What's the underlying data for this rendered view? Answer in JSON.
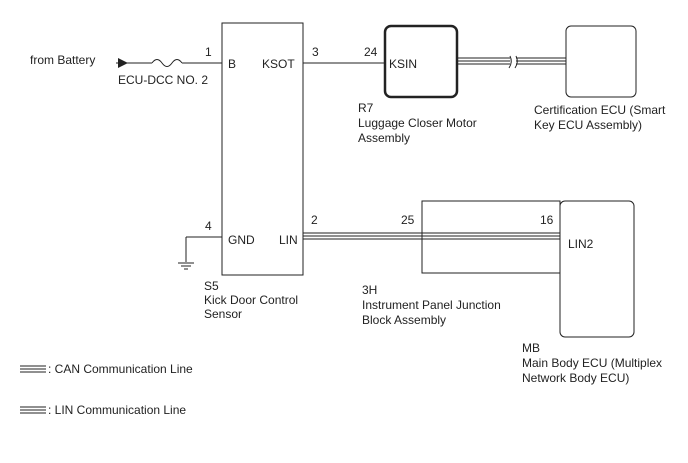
{
  "diagram": {
    "battery_label": "from Battery",
    "fuse_label": "ECU-DCC NO. 2",
    "pins": {
      "s5_b": "1",
      "s5_ksot": "3",
      "r7_ksin": "24",
      "s5_gnd": "4",
      "s5_lin": "2",
      "jb_in": "25",
      "mb_lin2": "16"
    },
    "terminals": {
      "b": "B",
      "ksot": "KSOT",
      "ksin": "KSIN",
      "gnd": "GND",
      "lin": "LIN",
      "lin2": "LIN2"
    },
    "components": {
      "s5": {
        "code": "S5",
        "name_line1": "Kick Door Control",
        "name_line2": "Sensor"
      },
      "r7": {
        "code": "R7",
        "name_line1": "Luggage Closer Motor",
        "name_line2": "Assembly"
      },
      "cert": {
        "name_line1": "Certification ECU (Smart",
        "name_line2": "Key ECU Assembly)"
      },
      "jb": {
        "code": "3H",
        "name_line1": "Instrument Panel Junction",
        "name_line2": "Block Assembly"
      },
      "mb": {
        "code": "MB",
        "name_line1": "Main Body ECU (Multiplex",
        "name_line2": "Network Body ECU)"
      }
    }
  },
  "legend": {
    "can": ": CAN Communication Line",
    "lin": ": LIN Communication Line"
  },
  "colors": {
    "line": "#222222"
  }
}
